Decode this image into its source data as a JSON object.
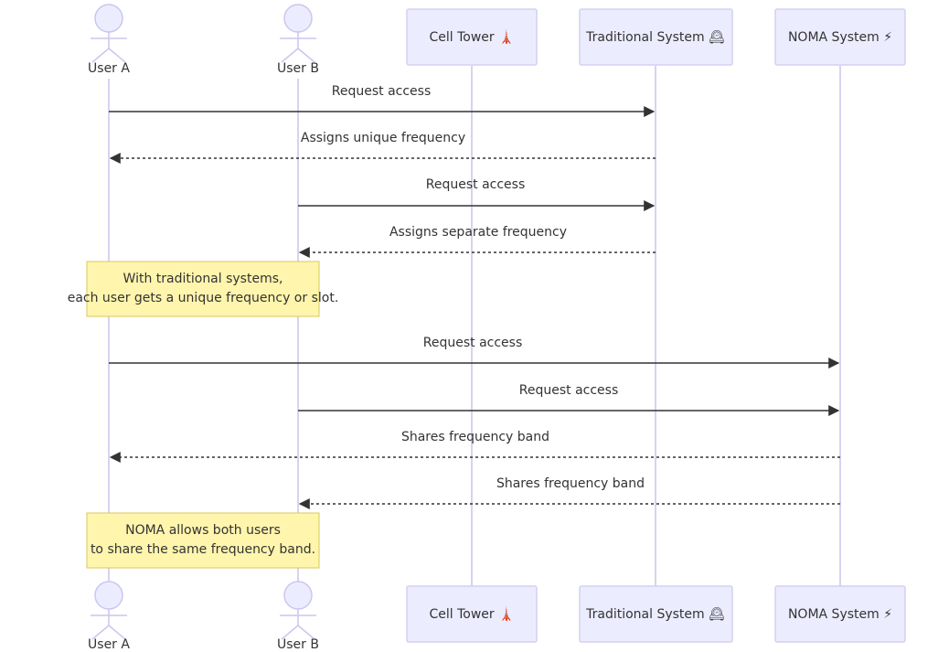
{
  "participants": [
    {
      "id": "userA",
      "label": "User A",
      "kind": "actor"
    },
    {
      "id": "userB",
      "label": "User B",
      "kind": "actor"
    },
    {
      "id": "tower",
      "label": "Cell Tower 🗼",
      "kind": "box",
      "icon": "tower-icon"
    },
    {
      "id": "trad",
      "label": "Traditional System 🕰",
      "kind": "box",
      "icon": "clock-icon"
    },
    {
      "id": "noma",
      "label": "NOMA System ⚡",
      "kind": "box",
      "icon": "lightning-icon"
    }
  ],
  "messages": [
    {
      "from": "userA",
      "to": "trad",
      "text": "Request access",
      "style": "solid"
    },
    {
      "from": "trad",
      "to": "userA",
      "text": "Assigns unique frequency",
      "style": "dotted"
    },
    {
      "from": "userB",
      "to": "trad",
      "text": "Request access",
      "style": "solid"
    },
    {
      "from": "trad",
      "to": "userB",
      "text": "Assigns separate frequency",
      "style": "dotted"
    },
    {
      "from": "userA",
      "to": "noma",
      "text": "Request access",
      "style": "solid"
    },
    {
      "from": "userB",
      "to": "noma",
      "text": "Request access",
      "style": "solid"
    },
    {
      "from": "noma",
      "to": "userA",
      "text": "Shares frequency band",
      "style": "dotted"
    },
    {
      "from": "noma",
      "to": "userB",
      "text": "Shares frequency band",
      "style": "dotted"
    }
  ],
  "notes": [
    {
      "over": [
        "userA",
        "userB"
      ],
      "lines": [
        "With traditional systems,",
        "each user gets a unique frequency or slot."
      ]
    },
    {
      "over": [
        "userA",
        "userB"
      ],
      "lines": [
        "NOMA allows both users",
        "to share the same frequency band."
      ]
    }
  ],
  "colors": {
    "actor_fill": "#ececff",
    "actor_stroke": "#cbc6ee",
    "lifeline": "#d9d2f0",
    "note_fill": "#fff5ad",
    "note_stroke": "#d8c95a",
    "arrow": "#333333"
  }
}
